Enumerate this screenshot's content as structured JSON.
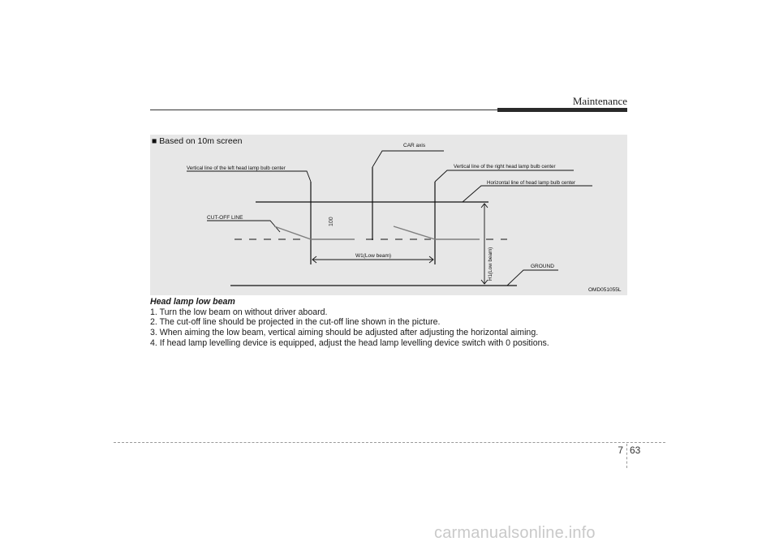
{
  "header": {
    "title": "Maintenance"
  },
  "figure": {
    "screen_note": "■ Based on 10m screen",
    "labels": {
      "car_axis": "CAR axis",
      "left_vertical": "Vertical line of the left head lamp bulb center",
      "right_vertical": "Vertical line of the right head lamp bulb center",
      "horizontal_center": "Horizontal line of head lamp bulb center",
      "cutoff_line": "CUT-OFF LINE",
      "dim_100": "100",
      "w1": "W1(Low beam)",
      "h1": "H1(Low beam)",
      "ground": "GROUND",
      "figure_code": "OMD051055L"
    }
  },
  "caption": {
    "title": "Head lamp low beam",
    "steps": [
      "1. Turn the low beam on without driver aboard.",
      "2. The cut-off line should be projected in the cut-off line shown in the picture.",
      "3. When aiming the low beam, vertical aiming should be adjusted after adjusting the horizontal aiming.",
      "4. If head lamp levelling device is equipped, adjust the head lamp levelling device switch with 0 positions."
    ]
  },
  "footer": {
    "chapter": "7",
    "page": "63"
  },
  "watermark": "carmanualsonline.info"
}
